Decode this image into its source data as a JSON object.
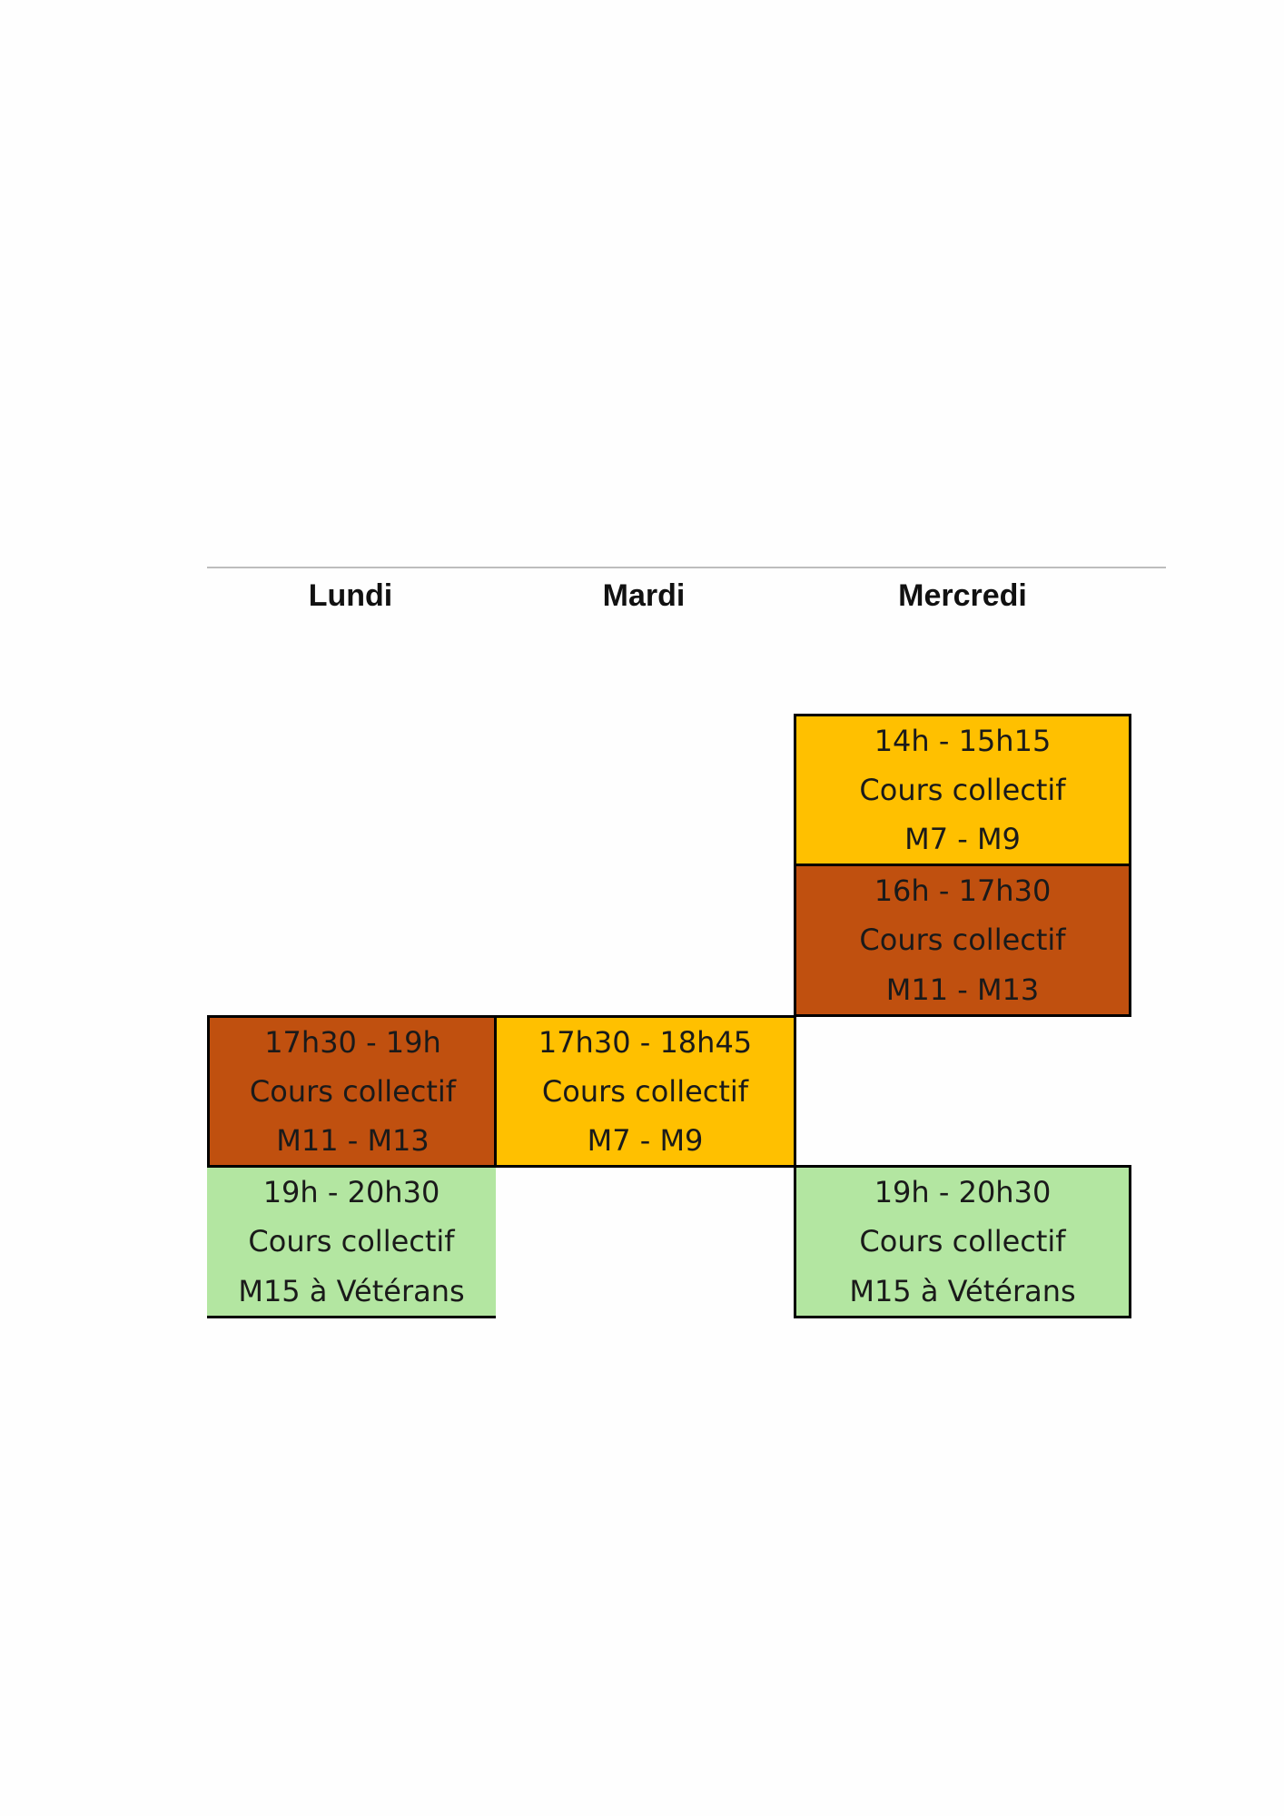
{
  "days": [
    "Lundi",
    "Mardi",
    "Mercredi"
  ],
  "colors": {
    "yellow": "#ffc000",
    "brown": "#c0500f",
    "green": "#b3e6a1"
  },
  "slots": {
    "mercredi_1": {
      "time": "14h - 15h15",
      "title": "Cours collectif",
      "group": "M7 - M9"
    },
    "mercredi_2": {
      "time": "16h - 17h30",
      "title": "Cours collectif",
      "group": "M11 - M13"
    },
    "lundi_1": {
      "time": "17h30 - 19h",
      "title": "Cours collectif",
      "group": "M11 - M13"
    },
    "mardi_1": {
      "time": "17h30 - 18h45",
      "title": "Cours collectif",
      "group": "M7 - M9"
    },
    "lundi_2": {
      "time": "19h - 20h30",
      "title": "Cours collectif",
      "group": "M15 à Vétérans"
    },
    "mercredi_3": {
      "time": "19h - 20h30",
      "title": "Cours collectif",
      "group": "M15 à Vétérans"
    }
  }
}
